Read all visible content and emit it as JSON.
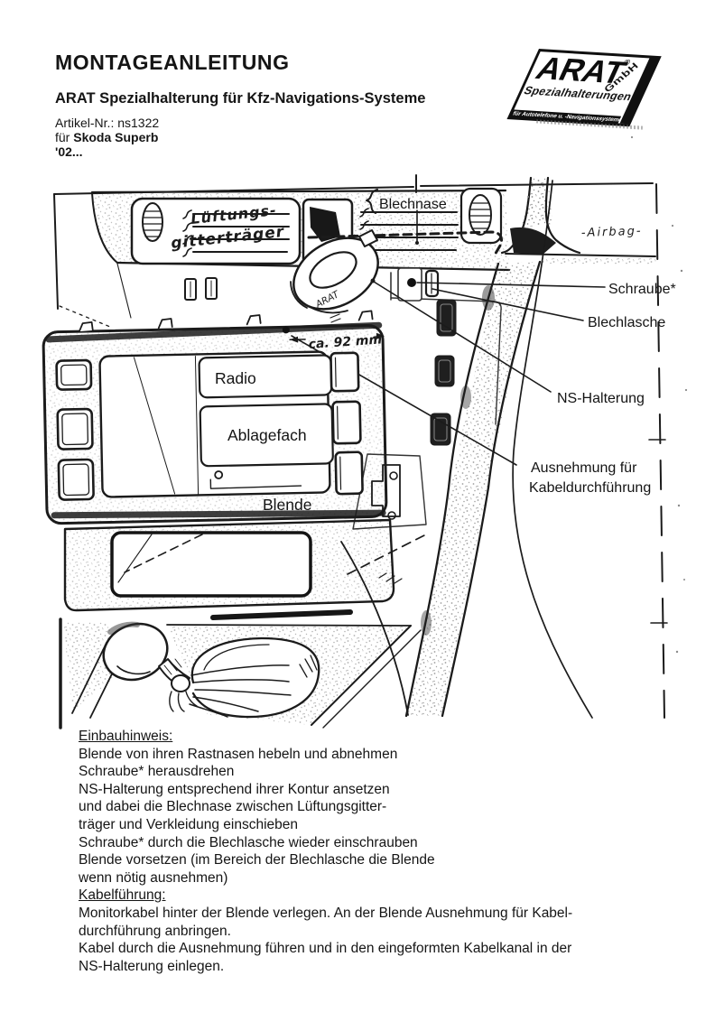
{
  "header": {
    "title": "MONTAGEANLEITUNG",
    "subtitle": "ARAT Spezialhalterung für Kfz-Navigations-Systeme",
    "article_no": "Artikel-Nr.: ns1322",
    "vehicle_prefix": "für ",
    "vehicle": "Skoda Superb",
    "model_year": "'02..."
  },
  "logo": {
    "brand": "ARAT",
    "registered": "®",
    "company_suffix": "GmbH",
    "tagline": "Spezialhalterungen",
    "subtagline": "für Autotelefone u. -Navigationssysteme"
  },
  "diagram": {
    "labels": {
      "blechnase": "Blechnase",
      "airbag": "-Airbag-",
      "schraube": "Schraube*",
      "blechlasche": "Blechlasche",
      "ns_halterung": "NS-Halterung",
      "ausnehmung_line1": "Ausnehmung für",
      "ausnehmung_line2": "Kabeldurchführung",
      "radio": "Radio",
      "ablagefach": "Ablagefach",
      "blende": "Blende",
      "dimension": "ca. 92 mm",
      "lueftung_line1": "Lüftungs-",
      "lueftung_line2": "gitterträger",
      "arat_piece": "ARAT"
    }
  },
  "instructions": {
    "einbau_heading": "Einbauhinweis:",
    "einbau_lines": [
      "Blende von ihren Rastnasen hebeln und abnehmen",
      "Schraube* herausdrehen",
      "NS-Halterung entsprechend ihrer Kontur ansetzen",
      "und dabei die Blechnase zwischen Lüftungsgitter-",
      "träger und Verkleidung einschieben",
      "Schraube* durch die Blechlasche wieder einschrauben",
      "Blende vorsetzen (im Bereich der Blechlasche die Blende",
      "wenn nötig ausnehmen)"
    ],
    "kabel_heading": "Kabelführung:",
    "kabel_lines": [
      "Monitorkabel hinter der Blende verlegen. An der Blende Ausnehmung für Kabel-",
      "durchführung anbringen.",
      "Kabel durch die Ausnehmung führen und in den eingeformten Kabelkanal in der",
      "NS-Halterung einlegen."
    ]
  }
}
